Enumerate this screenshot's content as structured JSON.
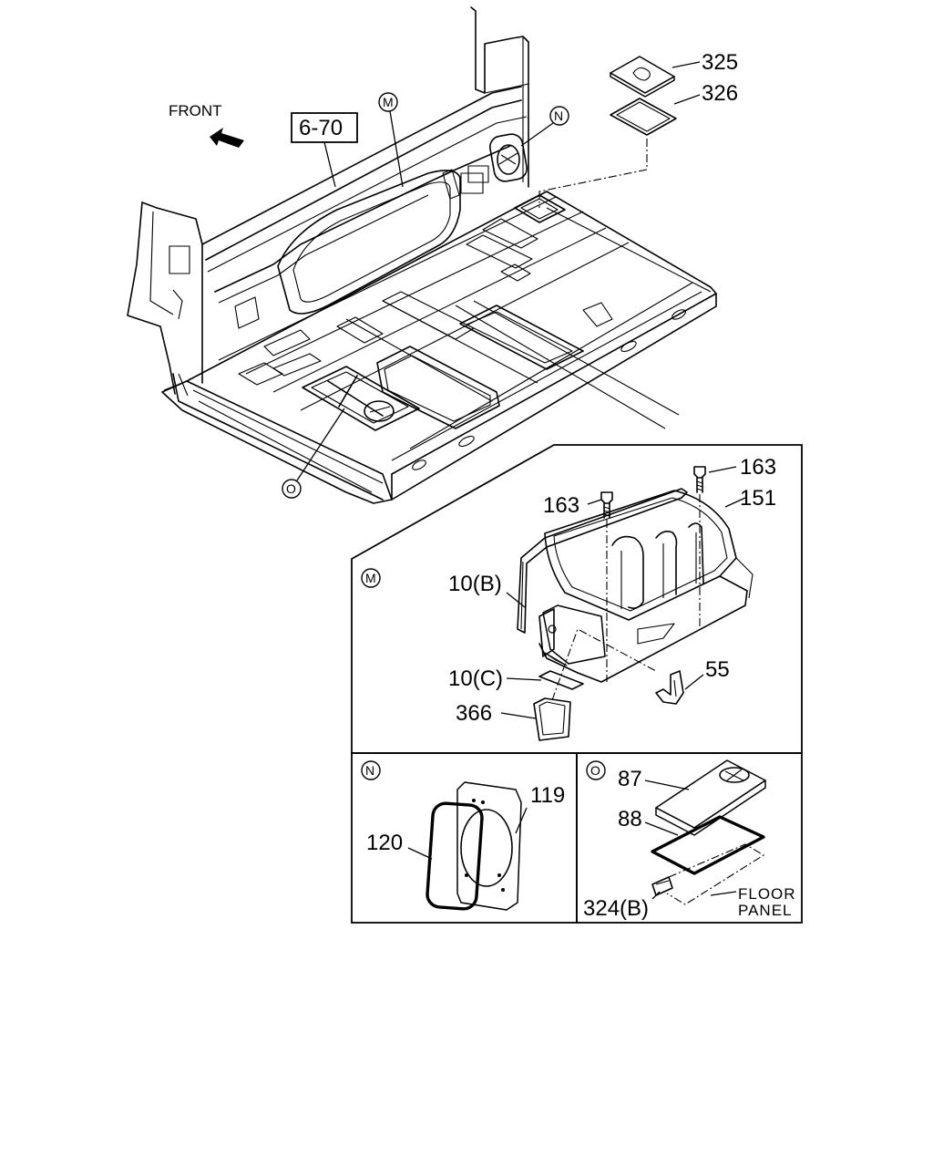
{
  "labels": {
    "front": "FRONT",
    "ref_6_70": "6-70",
    "p325": "325",
    "p326": "326",
    "p163a": "163",
    "p163b": "163",
    "p151": "151",
    "p10b": "10(B)",
    "p10c": "10(C)",
    "p55": "55",
    "p366": "366",
    "p119": "119",
    "p120": "120",
    "p87": "87",
    "p88": "88",
    "p324b": "324(B)",
    "floor": "FLOOR",
    "panel": "PANEL"
  },
  "markers": {
    "M": "M",
    "N": "N",
    "O": "O"
  }
}
